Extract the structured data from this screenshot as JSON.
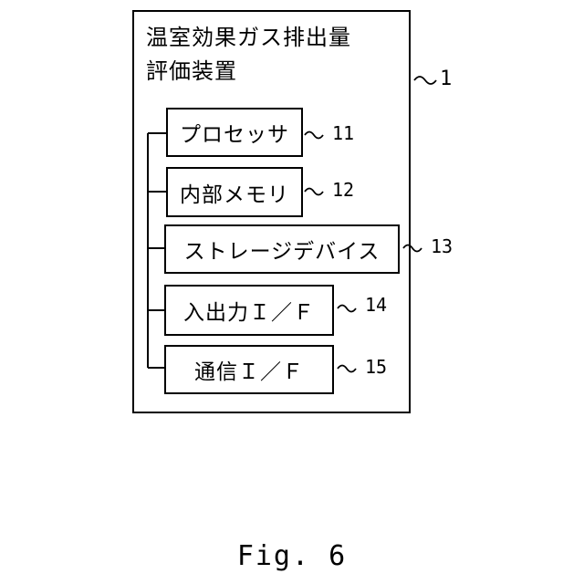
{
  "device": {
    "title_line1": "温室効果ガス排出量",
    "title_line2": "評価装置",
    "ref": "1"
  },
  "components": [
    {
      "label": "プロセッサ",
      "ref": "11"
    },
    {
      "label": "内部メモリ",
      "ref": "12"
    },
    {
      "label": "ストレージデバイス",
      "ref": "13"
    },
    {
      "label": "入出力Ｉ／Ｆ",
      "ref": "14"
    },
    {
      "label": "通信Ｉ／Ｆ",
      "ref": "15"
    }
  ],
  "figure_caption": "Fig. 6"
}
